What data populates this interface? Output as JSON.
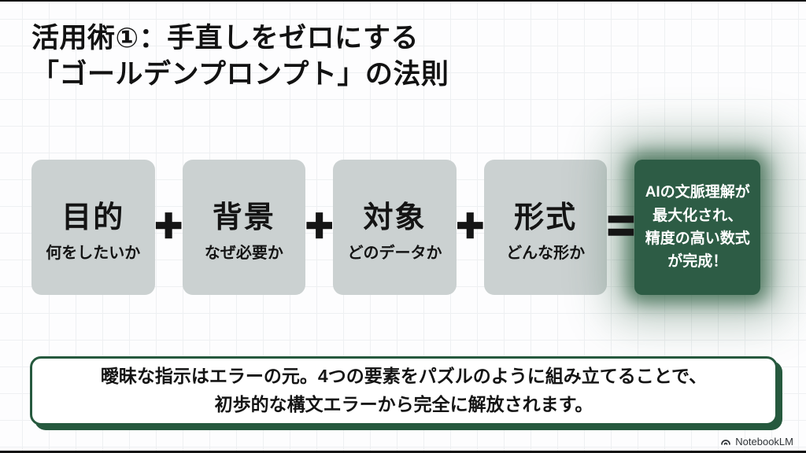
{
  "title": "活用術①：手直しをゼロにする\n「ゴールデンプロンプト」の法則",
  "formula": {
    "plus": "+",
    "equals": "=",
    "items": [
      {
        "label": "目的",
        "sub": "何をしたいか"
      },
      {
        "label": "背景",
        "sub": "なぜ必要か"
      },
      {
        "label": "対象",
        "sub": "どのデータか"
      },
      {
        "label": "形式",
        "sub": "どんな形か"
      }
    ],
    "result": "AIの文脈理解が\n最大化され、\n精度の高い数式\nが完成！"
  },
  "note": "曖昧な指示はエラーの元。4つの要素をパズルのように組み立てることで、\n初歩的な構文エラーから完全に解放されます。",
  "watermark": {
    "label": "NotebookLM"
  },
  "colors": {
    "accent_green": "#2d5c45",
    "border_green": "#26593e",
    "box_gray": "#cbd1d1",
    "text_black": "#121212"
  }
}
